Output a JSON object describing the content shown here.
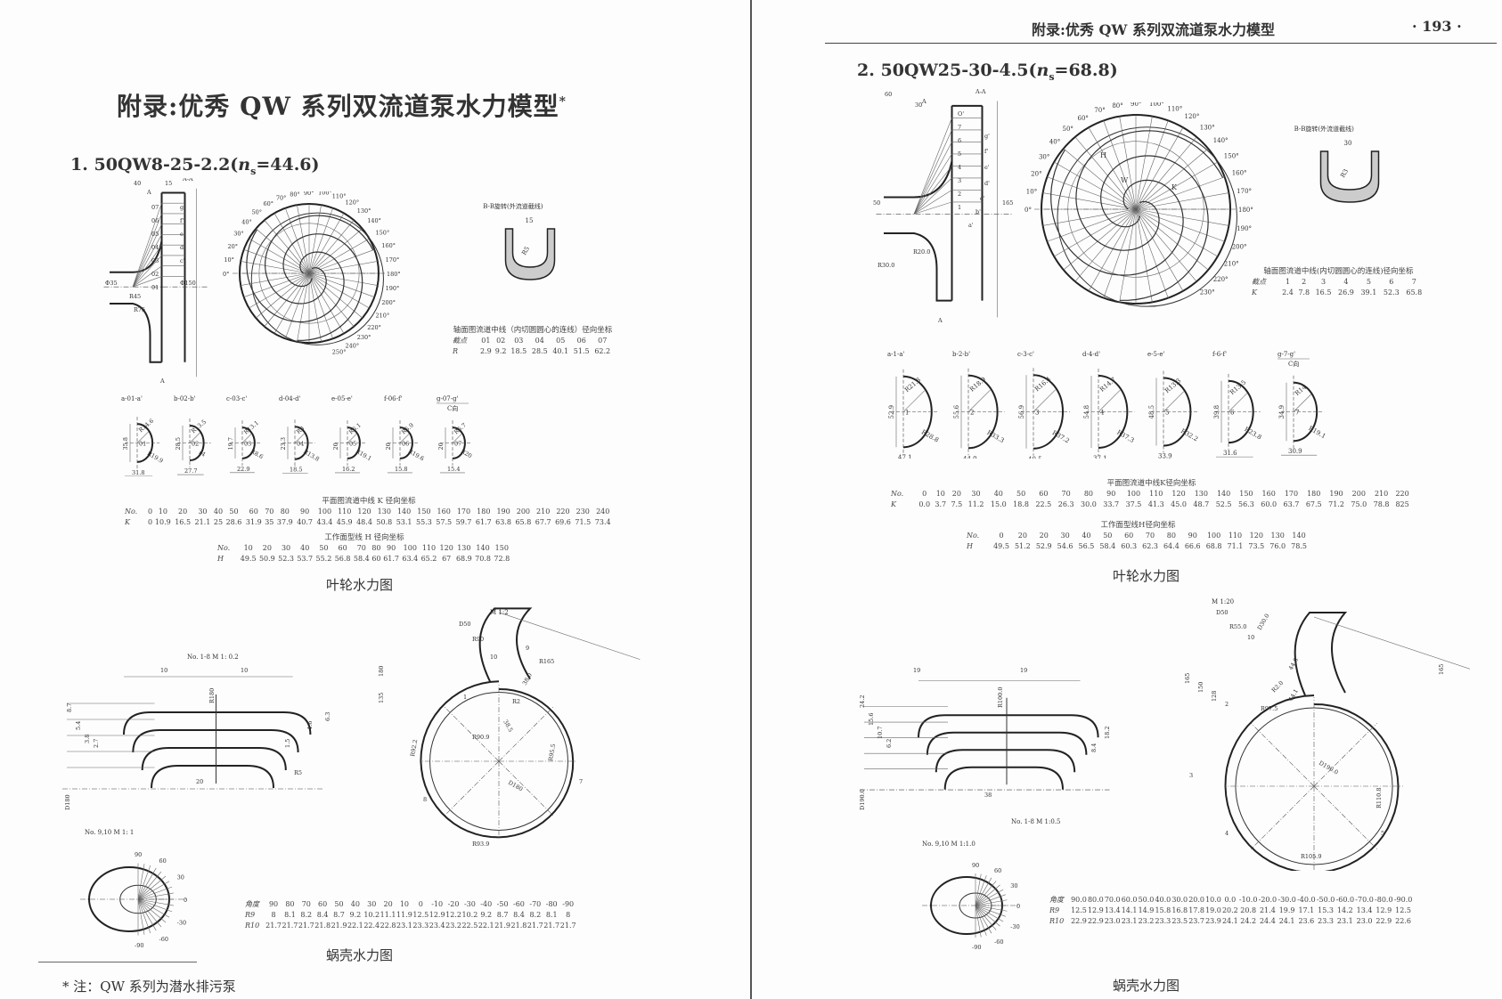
{
  "left_page": {
    "title": "附录:优秀 QW 系列双流道泵水力模型",
    "title_mark": "*",
    "section": {
      "number": "1.",
      "model": "50QW8-25-2.2",
      "ns_label": "n",
      "ns_sub": "s",
      "ns_value": "=44.6"
    },
    "axial_view": {
      "labels": [
        "40",
        "15",
        "A-A",
        "A",
        "A",
        "Φ35",
        "Φ150",
        "R45",
        "R75",
        "01",
        "02",
        "03",
        "04",
        "05",
        "06",
        "07",
        "g'",
        "f'",
        "e'",
        "d'",
        "c'"
      ]
    },
    "plan_view": {
      "angles": [
        0,
        10,
        20,
        30,
        40,
        50,
        60,
        70,
        80,
        90,
        100,
        110,
        120,
        130,
        140,
        150,
        160,
        170,
        180,
        190,
        200,
        210,
        220,
        230,
        240,
        250
      ]
    },
    "bb_section": {
      "title": "B-B旋转(外流道截线)",
      "dim": "15",
      "r": "R5"
    },
    "axial_table": {
      "title": "轴面图流道中线（内切圆圆心的连线）径向坐标",
      "row1_label": "截点",
      "row1": [
        "01",
        "02",
        "03",
        "04",
        "05",
        "06",
        "07"
      ],
      "row2_label": "R",
      "row2": [
        "2.9",
        "9.2",
        "18.5",
        "28.5",
        "40.1",
        "51.5",
        "62.2"
      ]
    },
    "sections": [
      {
        "label": "a-01-a'",
        "center": "01",
        "r1": "R14.6",
        "r2": "R19.9",
        "h": "35.8",
        "w": "31.8"
      },
      {
        "label": "b-02-b'",
        "center": "02",
        "r1": "R13.5",
        "r2": "r4",
        "h": "28.5",
        "w": "27.7"
      },
      {
        "label": "c-03-c'",
        "center": "03",
        "r1": "R13.1",
        "r2": "R8.6",
        "h": "19.7",
        "w": "22.9"
      },
      {
        "label": "d-04-d'",
        "center": "04",
        "r1": "R8",
        "r2": "R13.8",
        "h": "23.3",
        "w": "18.5"
      },
      {
        "label": "e-05-e'",
        "center": "05",
        "r1": "R6.1",
        "r2": "R19.1",
        "h": "20",
        "w": "16.2"
      },
      {
        "label": "f-06-f'",
        "center": "06",
        "r1": "R5.9",
        "r2": "R19.6",
        "h": "20",
        "w": "15.8"
      },
      {
        "label": "g-07-g'",
        "sublabel": "C向",
        "center": "07",
        "r1": "R5.7",
        "r2": "R20",
        "h": "20",
        "w": "15.4"
      }
    ],
    "k_table": {
      "title": "平面图流道中线 K 径向坐标",
      "row1_label": "No.",
      "row1": [
        "0",
        "10",
        "20",
        "30",
        "40",
        "50",
        "60",
        "70",
        "80",
        "90",
        "100",
        "110",
        "120",
        "130",
        "140",
        "150",
        "160",
        "170",
        "180",
        "190",
        "200",
        "210",
        "220",
        "230",
        "240"
      ],
      "row2_label": "K",
      "row2": [
        "0",
        "10.9",
        "16.5",
        "21.1",
        "25",
        "28.6",
        "31.9",
        "35",
        "37.9",
        "40.7",
        "43.4",
        "45.9",
        "48.4",
        "50.8",
        "53.1",
        "55.3",
        "57.5",
        "59.7",
        "61.7",
        "63.8",
        "65.8",
        "67.7",
        "69.6",
        "71.5",
        "73.4"
      ]
    },
    "h_table": {
      "title": "工作面型线 H 径向坐标",
      "row1_label": "No.",
      "row1": [
        "10",
        "20",
        "30",
        "40",
        "50",
        "60",
        "70",
        "80",
        "90",
        "100",
        "110",
        "120",
        "130",
        "140",
        "150"
      ],
      "row2_label": "H",
      "row2": [
        "49.5",
        "50.9",
        "52.3",
        "53.7",
        "55.2",
        "56.8",
        "58.4",
        "60",
        "61.7",
        "63.4",
        "65.2",
        "67",
        "68.9",
        "70.8",
        "72.8"
      ]
    },
    "impeller_caption": "叶轮水力图",
    "volute_side": {
      "scale": "No. 1-8  M 1: 0.2",
      "labels": [
        "10",
        "10",
        "20",
        "8.7",
        "5.4",
        "3.8",
        "2.7",
        "D180",
        "R180",
        "1.5",
        "4.6",
        "6.3",
        "R5"
      ]
    },
    "volute_plan": {
      "scale": "M 1:2",
      "labels": [
        "D50",
        "R90",
        "R165",
        "180",
        "135",
        "10",
        "38.0",
        "R2",
        "38.5",
        "R90.9",
        "R92.2",
        "R95.5",
        "D180",
        "R93.9",
        "1",
        "7",
        "8",
        "9"
      ]
    },
    "small_view": {
      "scale": "No. 9,10  M 1: 1",
      "angles": [
        "90",
        "60",
        "30",
        "0",
        "-30",
        "-60",
        "-90"
      ]
    },
    "angle_table": {
      "row1_label": "角度",
      "row1": [
        "90",
        "80",
        "70",
        "60",
        "50",
        "40",
        "30",
        "20",
        "10",
        "0",
        "-10",
        "-20",
        "-30",
        "-40",
        "-50",
        "-60",
        "-70",
        "-80",
        "-90"
      ],
      "row2_label": "R9",
      "row2": [
        "8",
        "8.1",
        "8.2",
        "8.4",
        "8.7",
        "9.2",
        "10.2",
        "11.1",
        "11.9",
        "12.5",
        "12.9",
        "12.2",
        "10.2",
        "9.2",
        "8.7",
        "8.4",
        "8.2",
        "8.1",
        "8"
      ],
      "row3_label": "R10",
      "row3": [
        "21.7",
        "21.7",
        "21.7",
        "21.8",
        "21.9",
        "22.1",
        "22.4",
        "22.8",
        "23.1",
        "23.3",
        "23.4",
        "23.2",
        "22.5",
        "22.1",
        "21.9",
        "21.8",
        "21.7",
        "21.7",
        "21.7"
      ]
    },
    "volute_caption": "蜗壳水力图",
    "footnote": "*  注：QW 系列为潜水排污泵"
  },
  "right_page": {
    "running_header": "附录:优秀 QW 系列双流道泵水力模型",
    "page_number": "· 193 ·",
    "section": {
      "number": "2.",
      "model": "50QW25-30-4.5",
      "ns_label": "n",
      "ns_sub": "s",
      "ns_value": "=68.8"
    },
    "axial_view": {
      "labels": [
        "60",
        "30",
        "A-A",
        "A",
        "A",
        "50",
        "165",
        "R30.0",
        "R20.0",
        "O'",
        "7",
        "6",
        "5",
        "4",
        "3",
        "2",
        "1",
        "g'",
        "f'",
        "e'",
        "d'",
        "c'",
        "b'",
        "a'"
      ]
    },
    "plan_view": {
      "angles": [
        0,
        10,
        20,
        30,
        40,
        50,
        60,
        70,
        80,
        90,
        100,
        110,
        120,
        130,
        140,
        150,
        160,
        170,
        180,
        190,
        200,
        210,
        220,
        230
      ],
      "letters": [
        "H",
        "W",
        "K"
      ]
    },
    "bb_section": {
      "title": "B-B旋转(外流道截线)",
      "dim": "30",
      "r": "R3"
    },
    "axial_table": {
      "title": "轴面图流道中线(内切圆圆心的连线)径向坐标",
      "row1_label": "截点",
      "row1": [
        "1",
        "2",
        "3",
        "4",
        "5",
        "6",
        "7"
      ],
      "row2_label": "K",
      "row2": [
        "2.4",
        "7.8",
        "16.5",
        "26.9",
        "39.1",
        "52.3",
        "65.8"
      ]
    },
    "sections": [
      {
        "label": "a-1-a'",
        "center": "1",
        "r1": "R21.8",
        "r2": "R28.8",
        "h": "52.9",
        "w": "47.1"
      },
      {
        "label": "b-2-b'",
        "center": "2",
        "r1": "R18.9",
        "r2": "R33.3",
        "h": "55.6",
        "w": "44.0"
      },
      {
        "label": "c-3-c'",
        "center": "3",
        "r1": "R16.4",
        "r2": "R37.2",
        "h": "56.9",
        "w": "40.5"
      },
      {
        "label": "d-4-d'",
        "center": "4",
        "r1": "R14.7",
        "r2": "R37.3",
        "h": "54.8",
        "w": "37.1"
      },
      {
        "label": "e-5-e'",
        "center": "5",
        "r1": "R13.3",
        "r2": "R32.2",
        "h": "48.5",
        "w": "33.9"
      },
      {
        "label": "f-6-f'",
        "center": "6",
        "r1": "R13.5",
        "r2": "R23.8",
        "h": "39.8",
        "w": "31.6"
      },
      {
        "label": "g-7-g'",
        "sublabel": "C向",
        "center": "7",
        "r1": "R14",
        "r2": "R19.1",
        "h": "34.9",
        "w": "30.9"
      }
    ],
    "k_table": {
      "title": "平面图流道中线K径向坐标",
      "row1_label": "No.",
      "row1": [
        "0",
        "10",
        "20",
        "30",
        "40",
        "50",
        "60",
        "70",
        "80",
        "90",
        "100",
        "110",
        "120",
        "130",
        "140",
        "150",
        "160",
        "170",
        "180",
        "190",
        "200",
        "210",
        "220"
      ],
      "row2_label": "K",
      "row2": [
        "0.0",
        "3.7",
        "7.5",
        "11.2",
        "15.0",
        "18.8",
        "22.5",
        "26.3",
        "30.0",
        "33.7",
        "37.5",
        "41.3",
        "45.0",
        "48.7",
        "52.5",
        "56.3",
        "60.0",
        "63.7",
        "67.5",
        "71.2",
        "75.0",
        "78.8",
        "825"
      ]
    },
    "h_table": {
      "title": "工作面型线H径向坐标",
      "row1_label": "No.",
      "row1": [
        "0",
        "20",
        "20",
        "30",
        "40",
        "50",
        "60",
        "70",
        "80",
        "90",
        "100",
        "110",
        "120",
        "130",
        "140"
      ],
      "row2_label": "H",
      "row2": [
        "49.5",
        "51.2",
        "52.9",
        "54.6",
        "56.5",
        "58.4",
        "60.3",
        "62.3",
        "64.4",
        "66.6",
        "68.8",
        "71.1",
        "73.5",
        "76.0",
        "78.5"
      ]
    },
    "impeller_caption": "叶轮水力图",
    "volute_side": {
      "scale": "No. 1-8    M  1:0.5",
      "labels": [
        "19",
        "19",
        "24.2",
        "15.6",
        "10.7",
        "6.2",
        "D190.0",
        "R100.0",
        "38",
        "18.2",
        "8.4"
      ]
    },
    "volute_plan": {
      "scale": "M  1:20",
      "labels": [
        "D50",
        "R55.0",
        "D30.0",
        "10",
        "165",
        "150",
        "128",
        "R97.5",
        "R2.0",
        "44.8",
        "44.1",
        "165",
        "R110.8",
        "D190.0",
        "R105.9",
        "2",
        "3",
        "4",
        "5"
      ]
    },
    "small_view": {
      "scale": "No. 9,10    M 1:1.0",
      "angles": [
        "90",
        "60",
        "30",
        "0",
        "-30",
        "-60",
        "-90"
      ]
    },
    "angle_table": {
      "row1_label": "角度",
      "row1": [
        "90.0",
        "80.0",
        "70.0",
        "60.0",
        "50.0",
        "40.0",
        "30.0",
        "20.0",
        "10.0",
        "0.0",
        "-10.0",
        "-20.0",
        "-30.0",
        "-40.0",
        "-50.0",
        "-60.0",
        "-70.0",
        "-80.0",
        "-90.0"
      ],
      "row2_label": "R9",
      "row2": [
        "12.5",
        "12.9",
        "13.4",
        "14.1",
        "14.9",
        "15.8",
        "16.8",
        "17.8",
        "19.0",
        "20.2",
        "20.8",
        "21.4",
        "19.9",
        "17.1",
        "15.3",
        "14.2",
        "13.4",
        "12.9",
        "12.5"
      ],
      "row3_label": "R10",
      "row3": [
        "22.9",
        "22.9",
        "23.0",
        "23.1",
        "23.2",
        "23.3",
        "23.5",
        "23.7",
        "23.9",
        "24.1",
        "24.2",
        "24.4",
        "24.1",
        "23.6",
        "23.3",
        "23.1",
        "23.0",
        "22.9",
        "22.6"
      ]
    },
    "volute_caption": "蜗壳水力图"
  }
}
